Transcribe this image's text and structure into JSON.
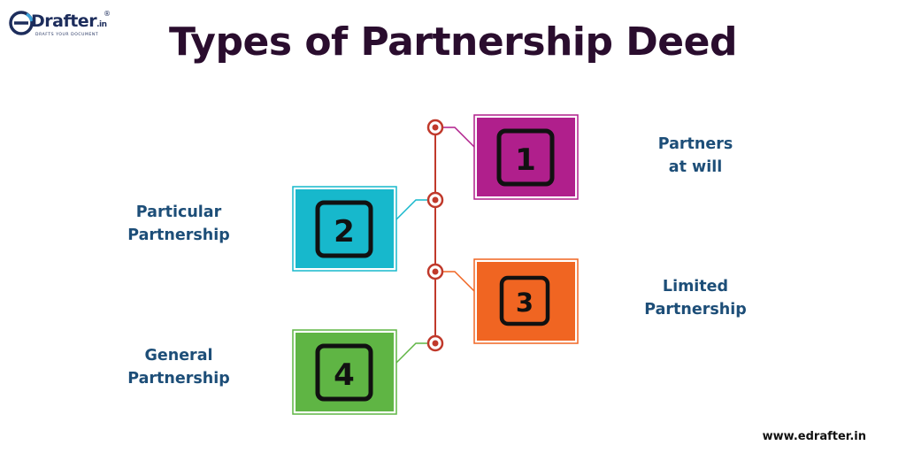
{
  "brand": {
    "name": "Drafter",
    "tld": ".in",
    "registered": "®",
    "tagline": "DRAFTS YOUR DOCUMENT",
    "website": "www.edrafter.in"
  },
  "title": "Types of Partnership Deed",
  "items": [
    {
      "number": "1",
      "label_line1": "Partners",
      "label_line2": "at will",
      "color": "#b01f8c",
      "side": "right"
    },
    {
      "number": "2",
      "label_line1": "Particular",
      "label_line2": "Partnership",
      "color": "#17b8cc",
      "side": "left"
    },
    {
      "number": "3",
      "label_line1": "Limited",
      "label_line2": "Partnership",
      "color": "#f06522",
      "side": "right"
    },
    {
      "number": "4",
      "label_line1": "General",
      "label_line2": "Partnership",
      "color": "#5fb544",
      "side": "left"
    }
  ],
  "colors": {
    "spine": "#c0392b",
    "title": "#2a0d2e",
    "label": "#1d4e78"
  }
}
